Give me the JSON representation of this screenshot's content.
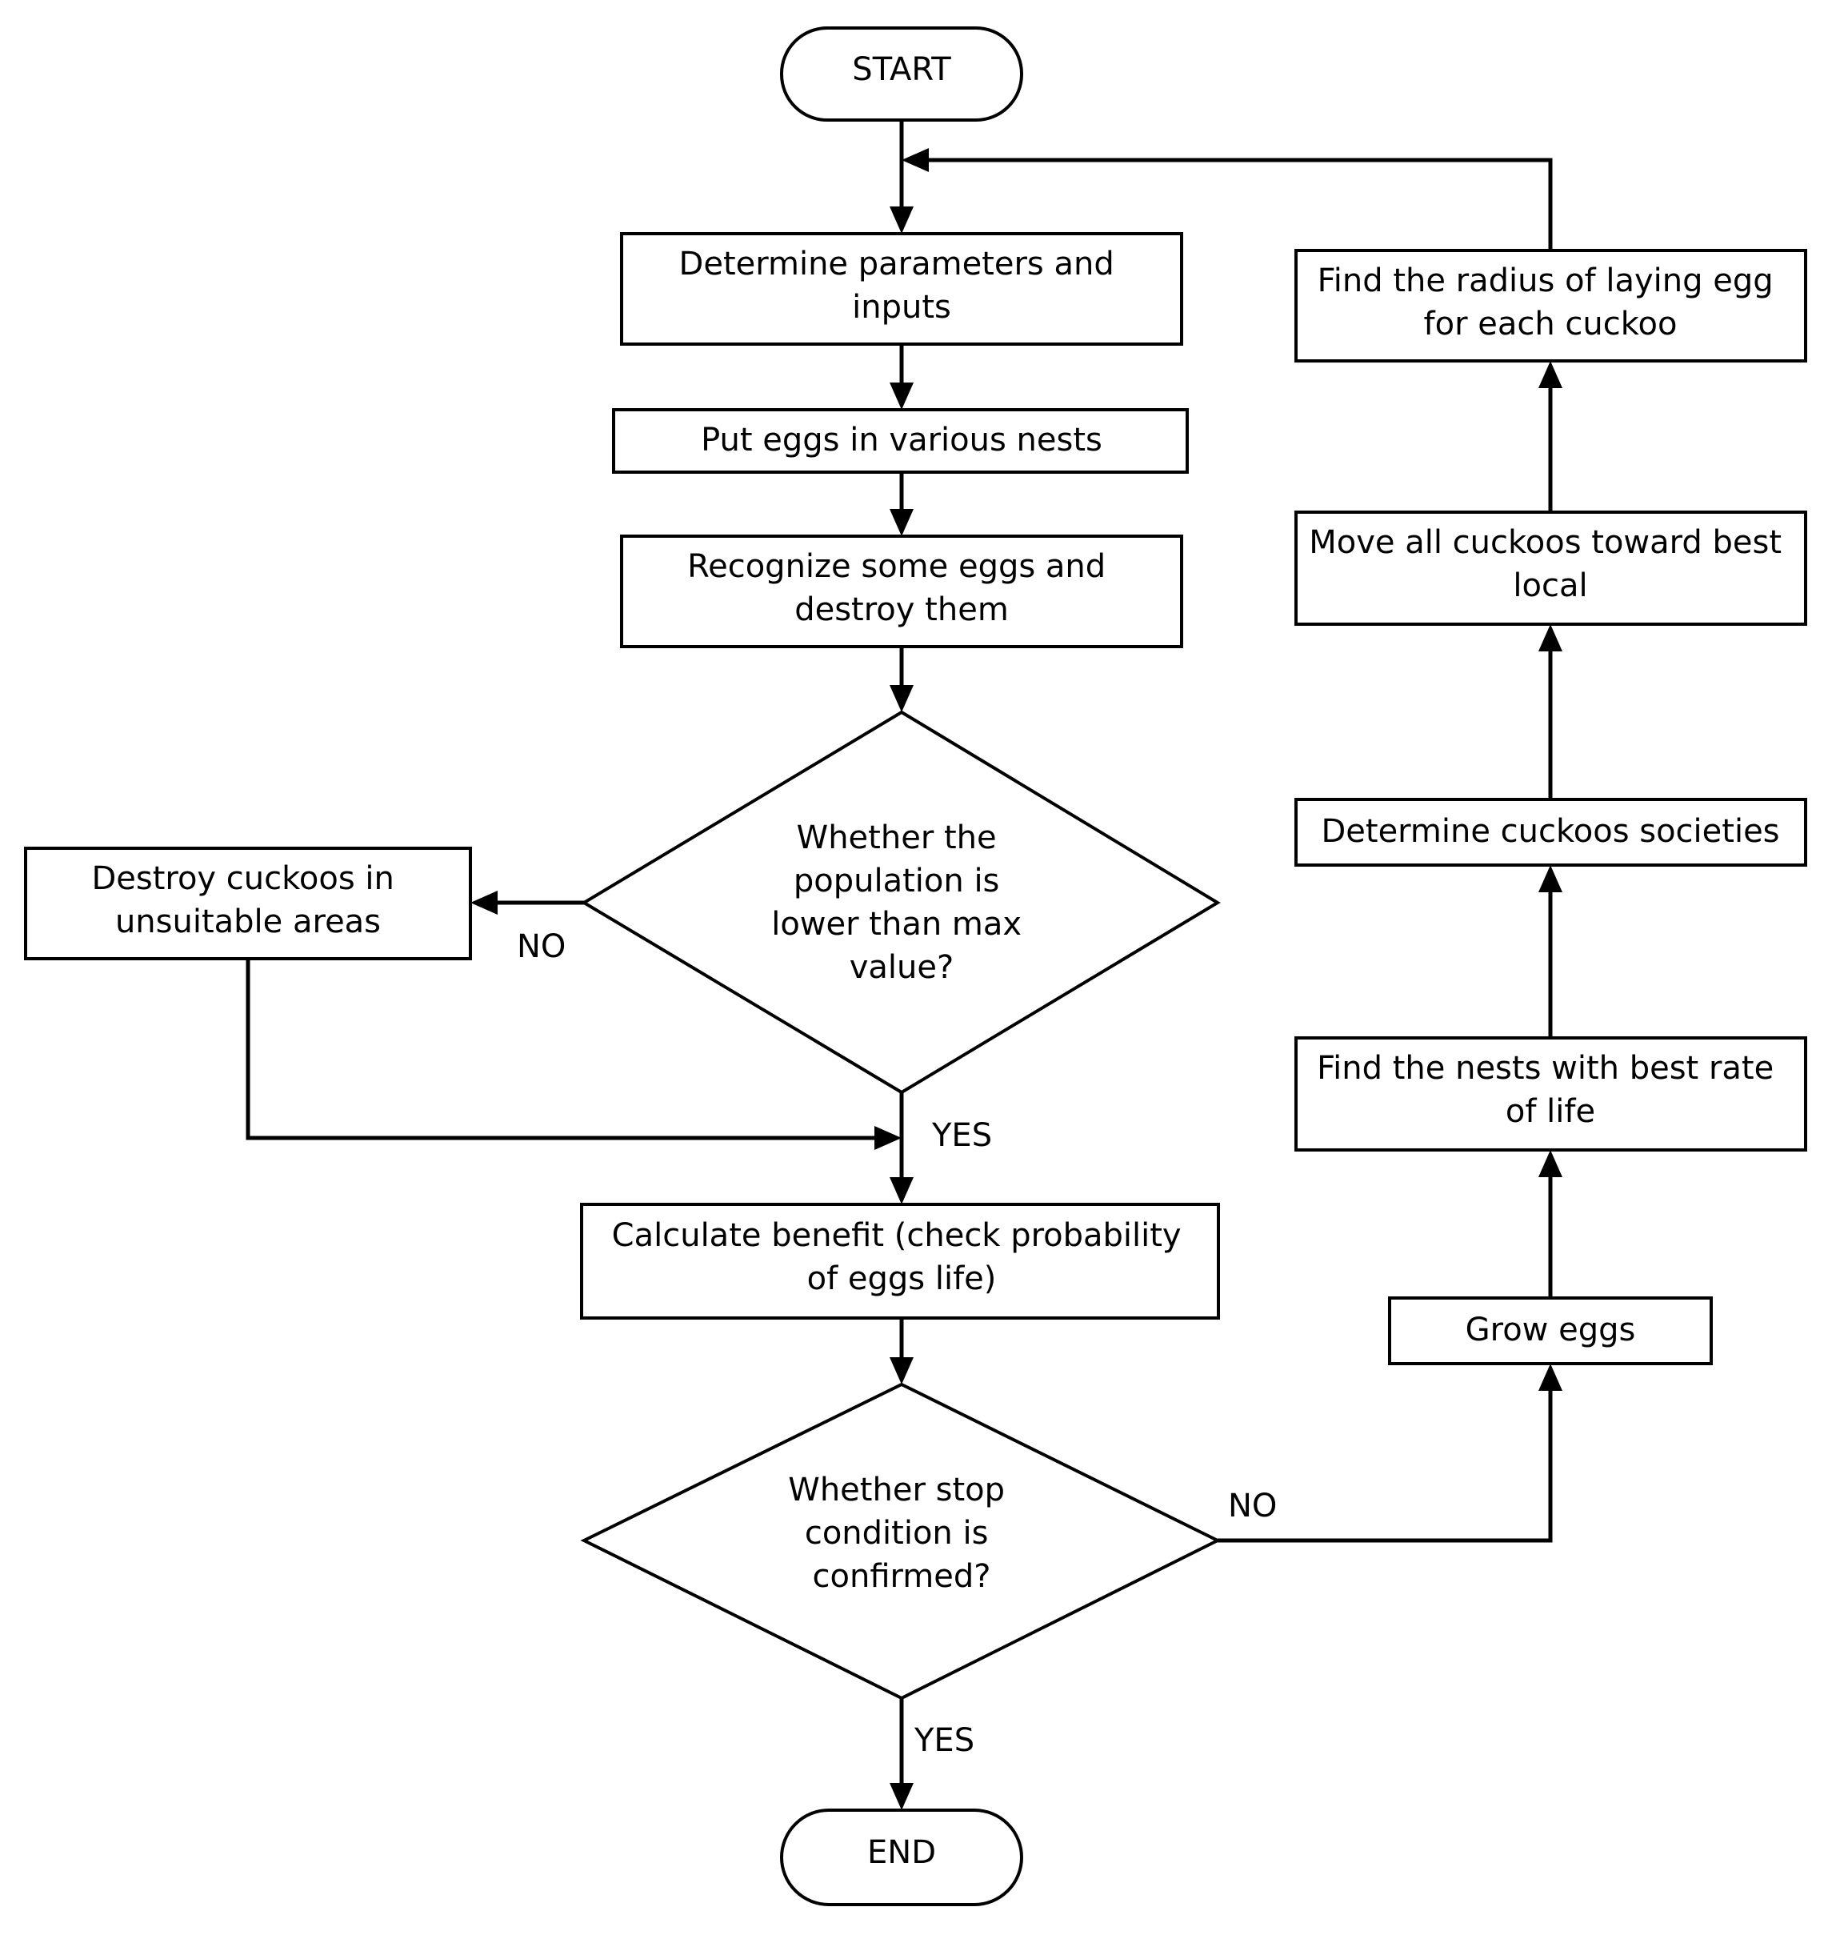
{
  "nodes": {
    "start": {
      "lines": [
        "START"
      ]
    },
    "determine_parameters": {
      "lines": [
        "Determine parameters and",
        "inputs"
      ]
    },
    "put_eggs": {
      "lines": [
        "Put eggs in various nests"
      ]
    },
    "recognize_eggs": {
      "lines": [
        "Recognize some eggs and",
        "destroy them"
      ]
    },
    "population_check": {
      "lines": [
        "Whether the",
        "population is",
        "lower than max",
        "value?"
      ]
    },
    "destroy_cuckoos": {
      "lines": [
        "Destroy cuckoos in",
        "unsuitable areas"
      ]
    },
    "calculate_benefit": {
      "lines": [
        "Calculate benefit (check probability",
        "of eggs life)"
      ]
    },
    "stop_check": {
      "lines": [
        "Whether stop",
        "condition is",
        "confirmed?"
      ]
    },
    "end": {
      "lines": [
        "END"
      ]
    },
    "grow_eggs": {
      "lines": [
        "Grow eggs"
      ]
    },
    "find_nests": {
      "lines": [
        "Find the nests with best rate",
        "of life"
      ]
    },
    "determine_societies": {
      "lines": [
        "Determine cuckoos societies"
      ]
    },
    "move_cuckoos": {
      "lines": [
        "Move all cuckoos toward best",
        "local"
      ]
    },
    "find_radius": {
      "lines": [
        "Find the radius of laying egg",
        "for each cuckoo"
      ]
    }
  },
  "edge_labels": {
    "population_no": "NO",
    "population_yes": "YES",
    "stop_no": "NO",
    "stop_yes": "YES"
  }
}
